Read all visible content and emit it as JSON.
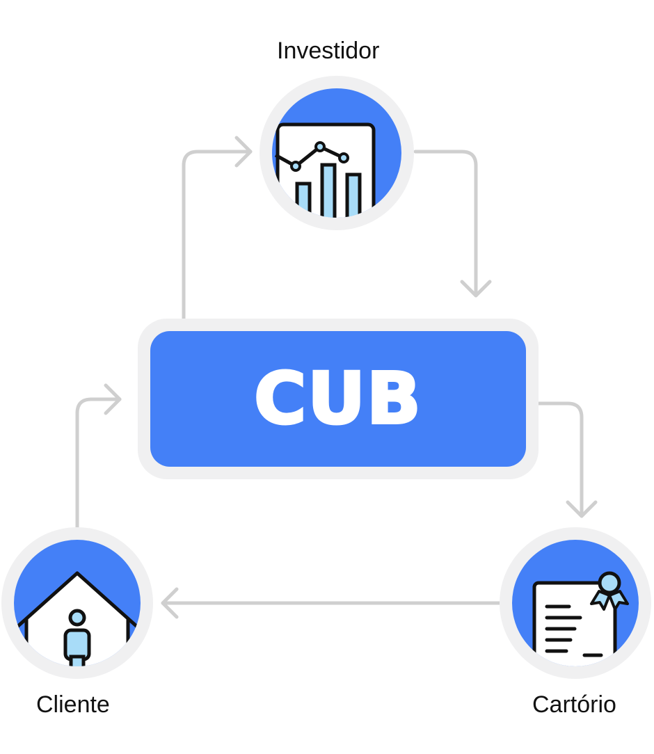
{
  "center": {
    "label": "CUB"
  },
  "nodes": {
    "investidor": {
      "label": "Investidor",
      "icon": "chart-icon"
    },
    "cliente": {
      "label": "Cliente",
      "icon": "house-person-icon"
    },
    "cartorio": {
      "label": "Cartório",
      "icon": "certificate-icon"
    }
  },
  "colors": {
    "accent": "#4480f7",
    "ring": "#f0f0f1",
    "connector": "#cfcfcf",
    "icon_fill": "#a8dcf8",
    "icon_stroke": "#111111"
  }
}
